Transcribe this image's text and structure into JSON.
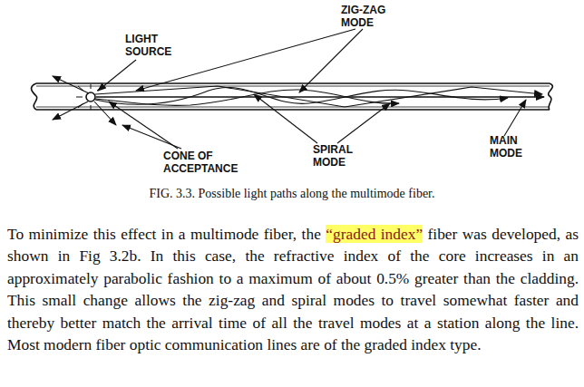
{
  "diagram": {
    "caption": "FIG. 3.3.  Possible light paths  along the multimode fiber.",
    "labels": [
      "LIGHT SOURCE",
      "ZIG-ZAG MODE",
      "CONE OF ACCEPTANCE",
      "SPIRAL MODE",
      "MAIN MODE",
      "To minimize this effect in a multimode fiber, the",
      "“graded index”",
      "fiber was developed, as shown in Fig 3.2b.  In this case, the refractive index of the core increases in an approximately parabolic fashion to a maximum of about 0.5% greater than the cladding.  This small change allows the zig-zag and spiral modes to travel somewhat faster and thereby better match the arrival time of all the travel modes at a station along the line.  Most modern fiber optic communication lines are of the graded index type."
    ]
  }
}
